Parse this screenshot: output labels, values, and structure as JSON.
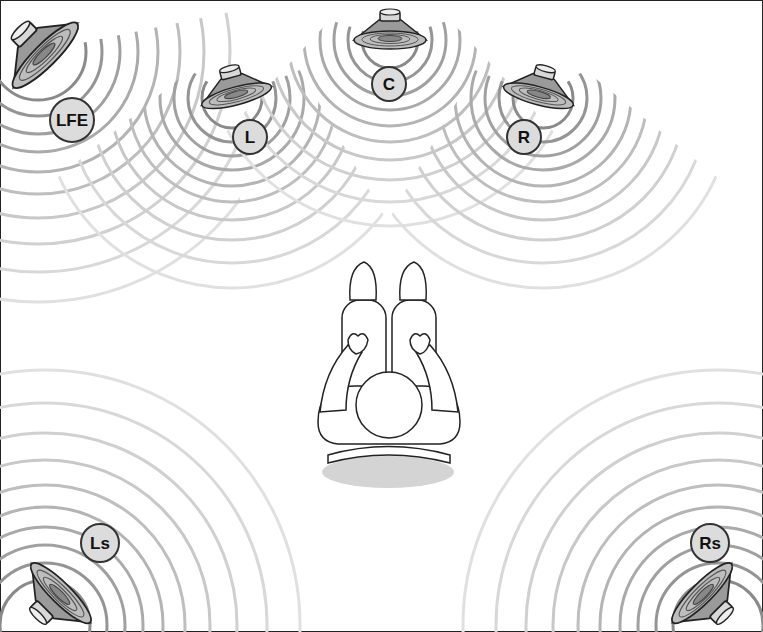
{
  "diagram": {
    "nodes": [
      {
        "text": [
          "LFE"
        ]
      },
      {
        "text": [
          "L"
        ]
      },
      {
        "text": [
          "C"
        ]
      },
      {
        "text": [
          "R"
        ]
      },
      {
        "text": [
          "Ls"
        ]
      },
      {
        "text": [
          "Rs"
        ]
      }
    ]
  }
}
